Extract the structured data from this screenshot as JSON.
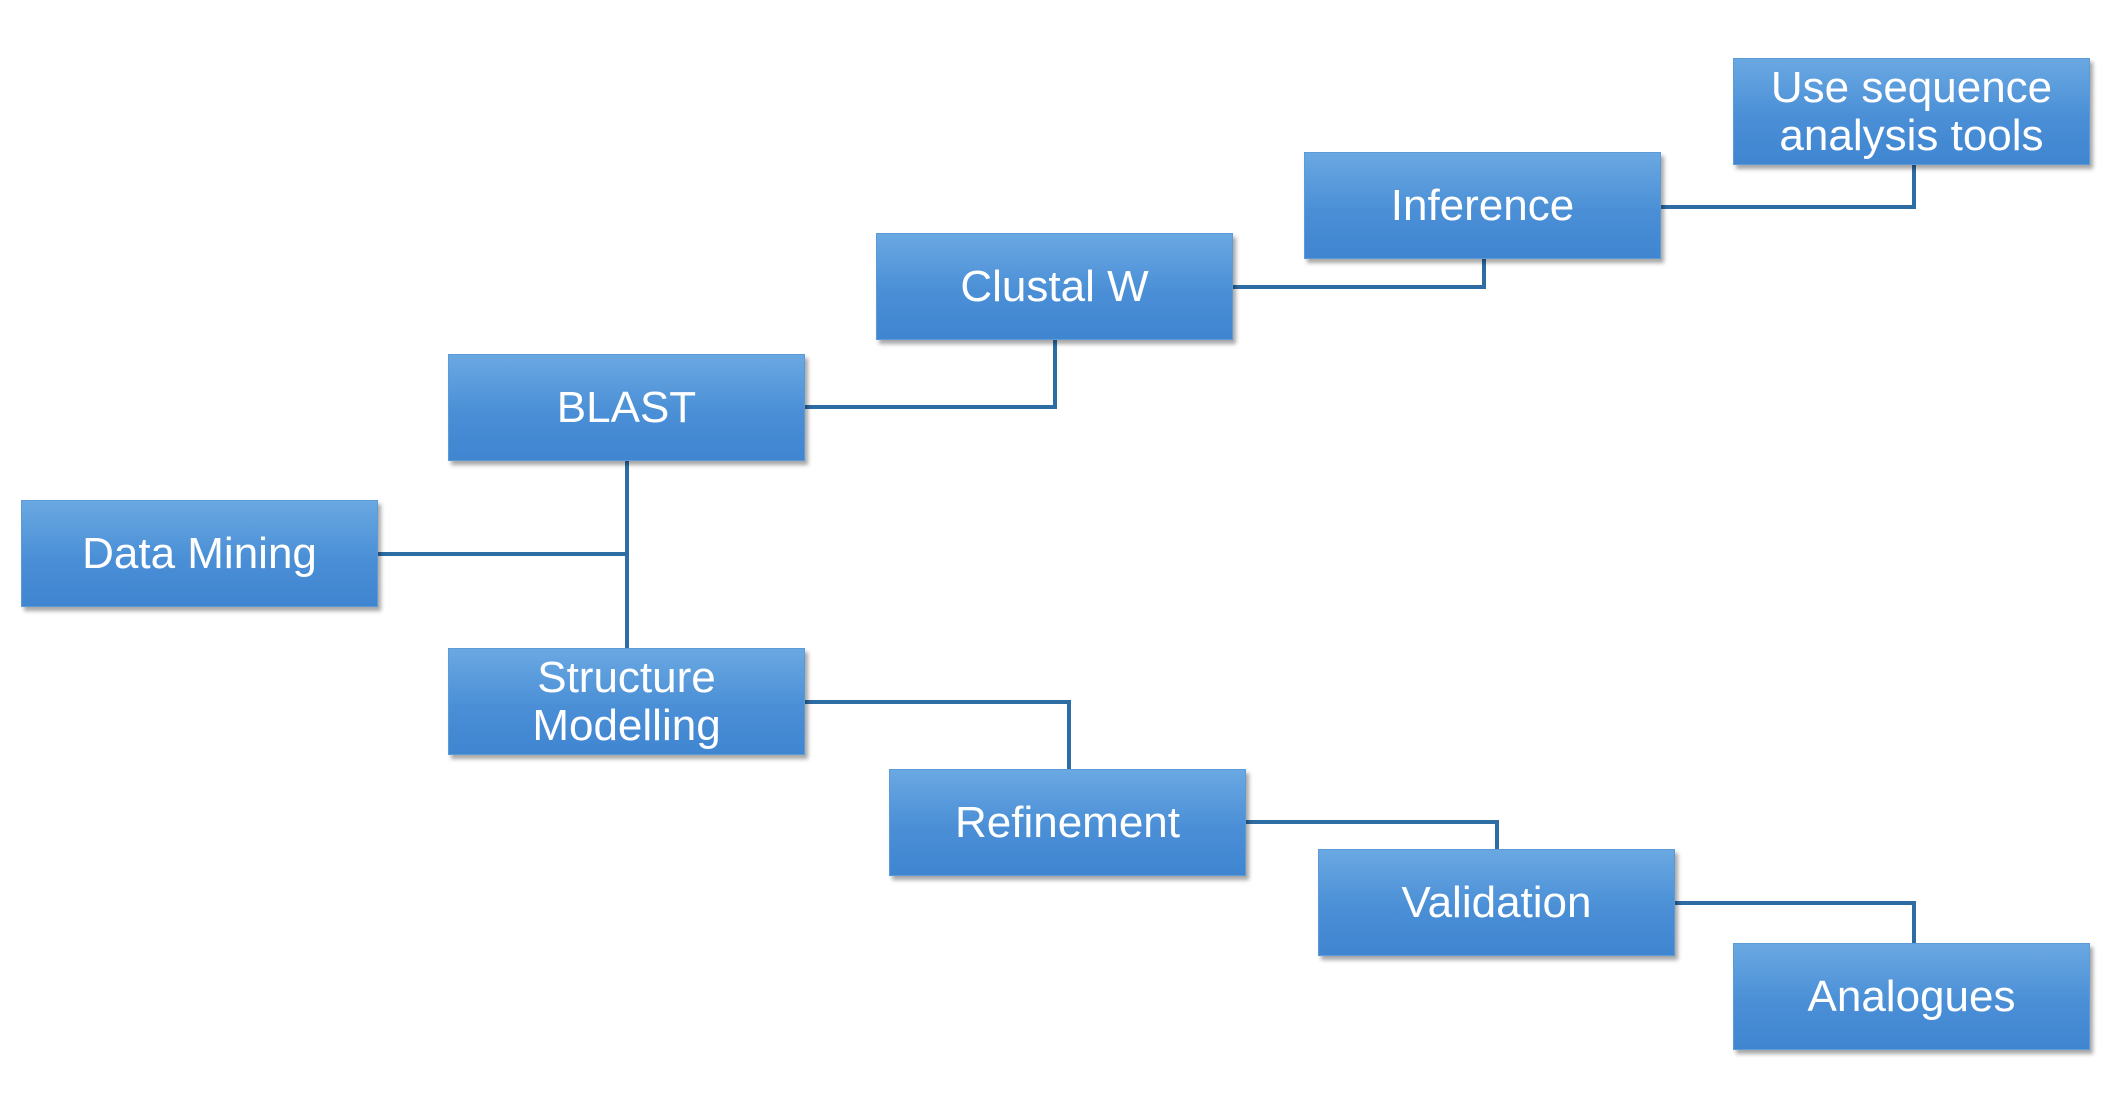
{
  "diagram": {
    "nodes": {
      "data_mining": "Data Mining",
      "blast": "BLAST",
      "structure_modelling": "Structure\nModelling",
      "clustal_w": "Clustal W",
      "inference": "Inference",
      "use_sequence_tools": "Use sequence\nanalysis tools",
      "refinement": "Refinement",
      "validation": "Validation",
      "analogues": "Analogues"
    },
    "edges": [
      [
        "Data Mining",
        "BLAST"
      ],
      [
        "Data Mining",
        "Structure Modelling"
      ],
      [
        "BLAST",
        "Clustal W"
      ],
      [
        "Clustal W",
        "Inference"
      ],
      [
        "Inference",
        "Use sequence analysis tools"
      ],
      [
        "Structure Modelling",
        "Refinement"
      ],
      [
        "Refinement",
        "Validation"
      ],
      [
        "Validation",
        "Analogues"
      ]
    ],
    "colors": {
      "node_fill": "#4a8fd6",
      "node_fill_light": "#6aa8e2",
      "connector": "#2e6da4",
      "text": "#ffffff"
    }
  }
}
